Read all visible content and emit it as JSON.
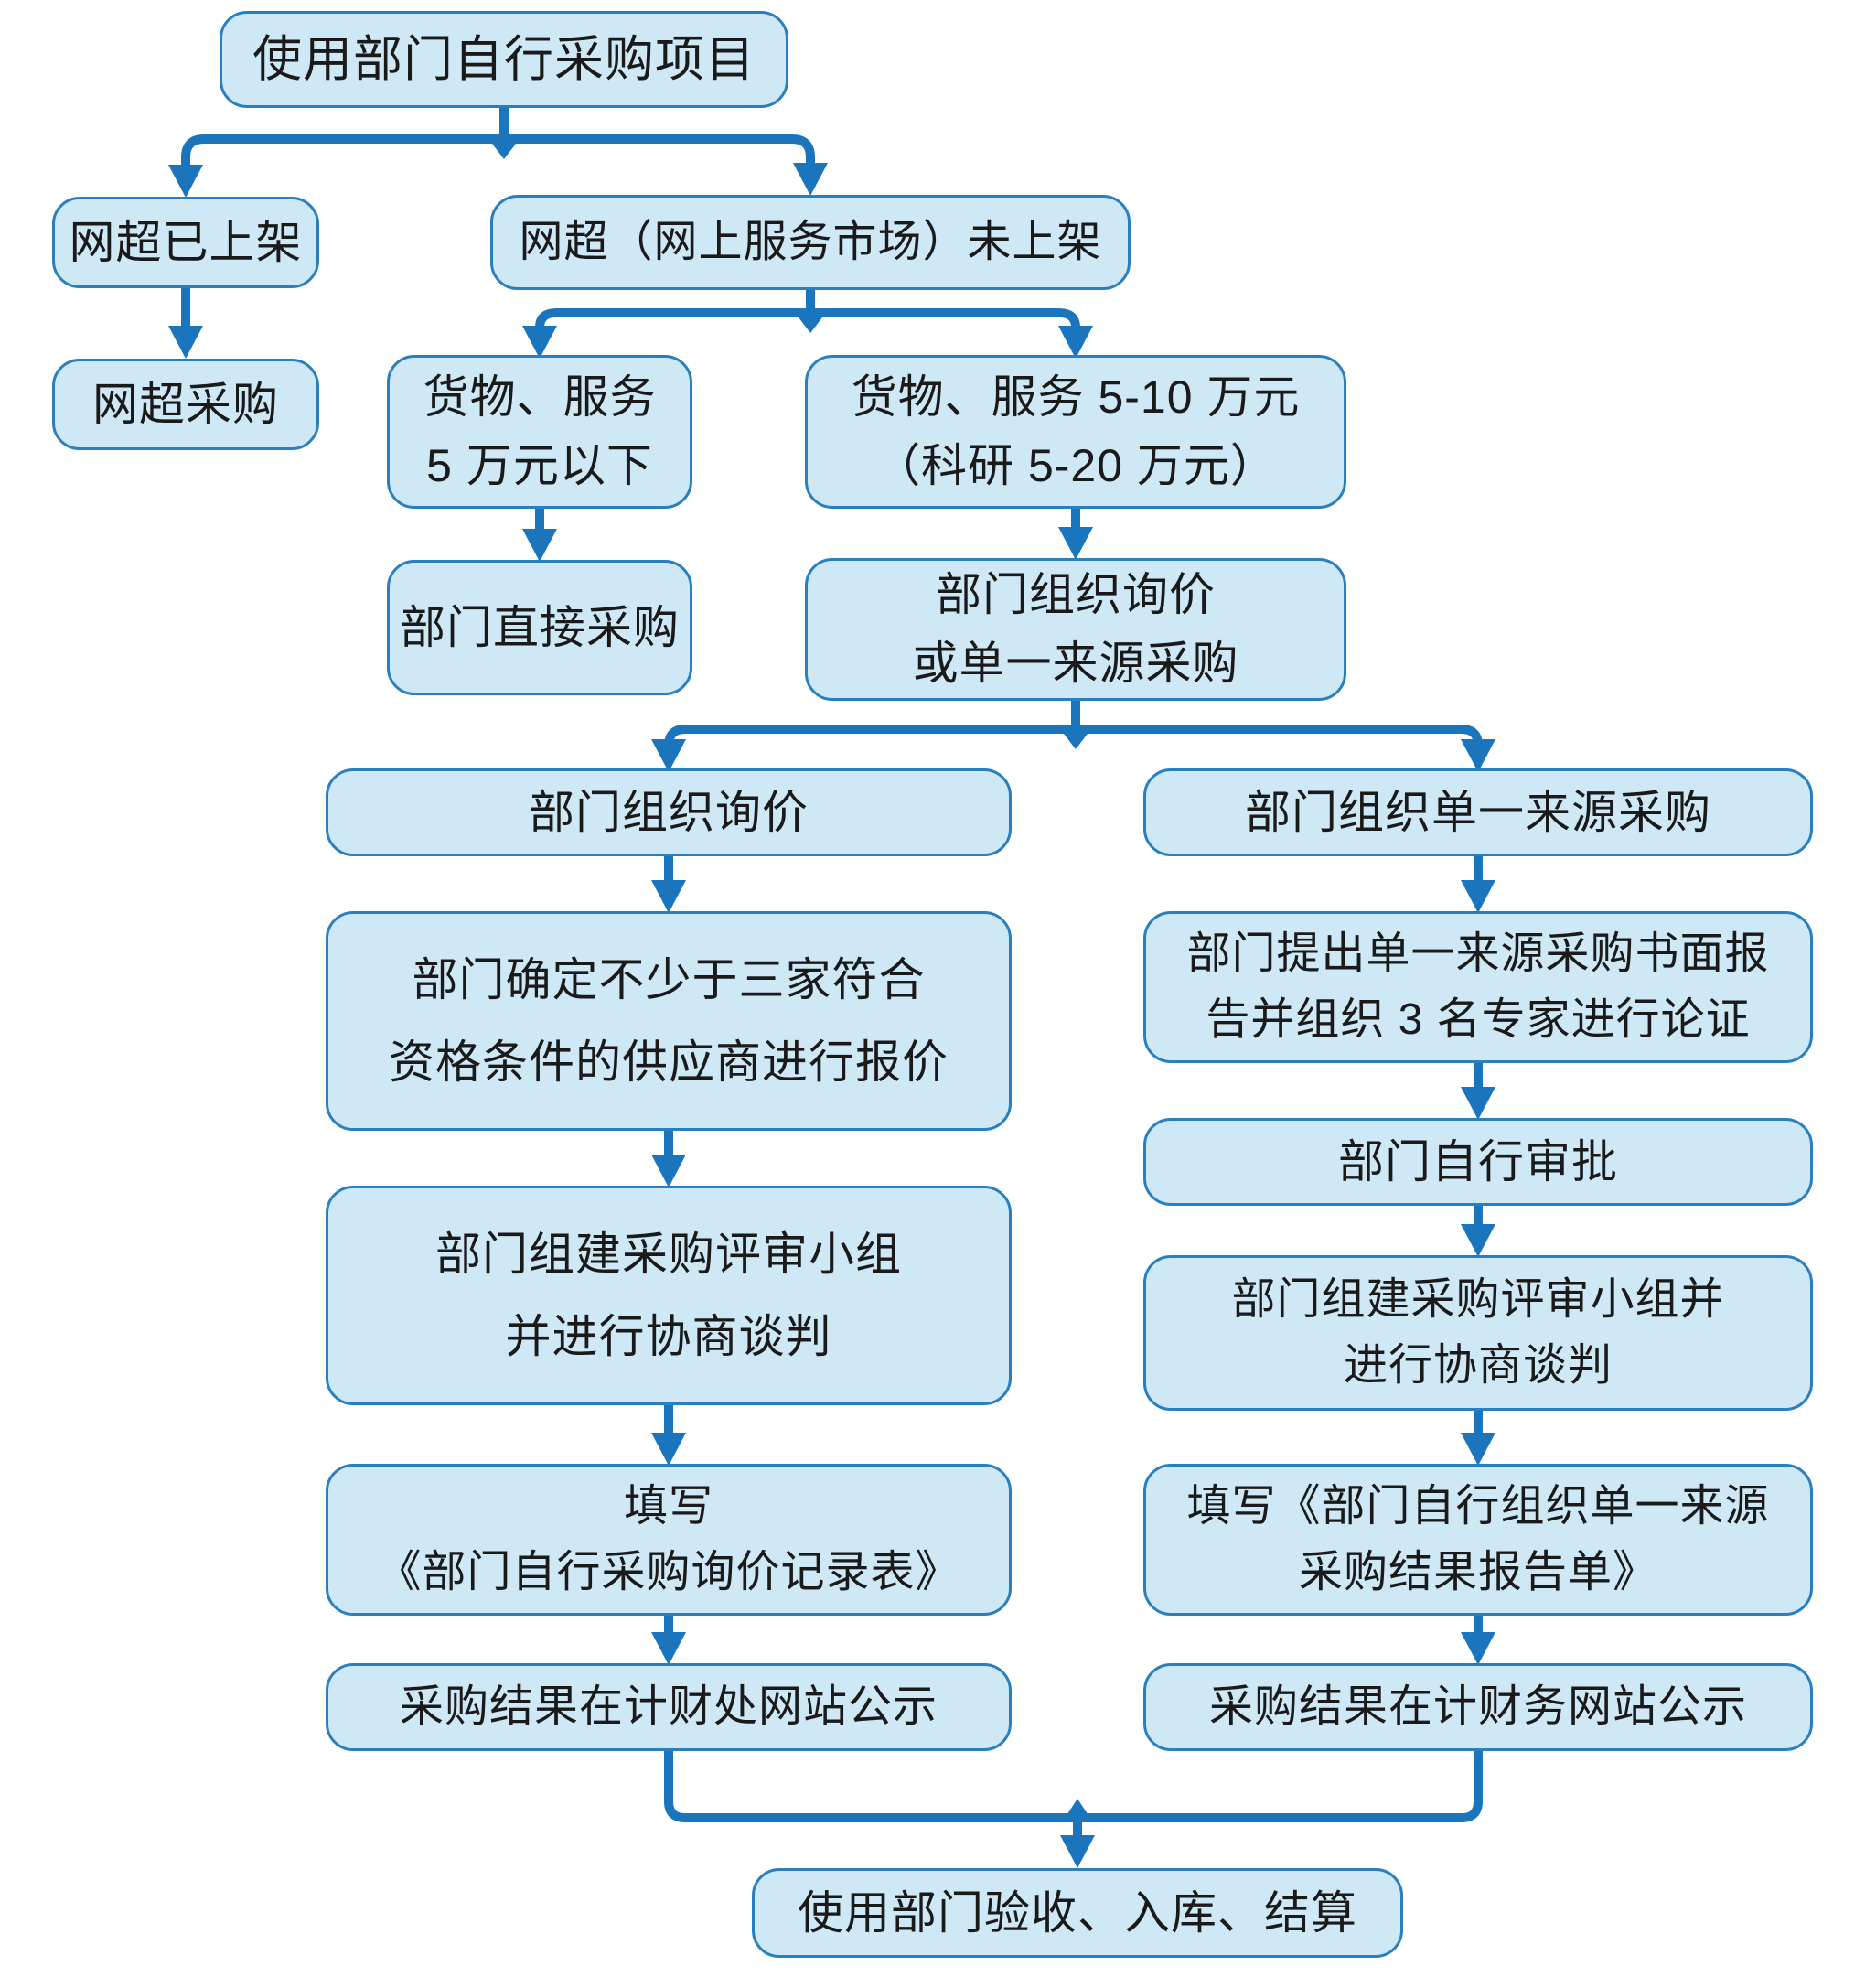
{
  "colors": {
    "node_fill": "#cfe8f6",
    "node_border": "#2a7fc1",
    "connector": "#1a75bd",
    "text": "#1a1a1a",
    "background": "#ffffff"
  },
  "nodes": {
    "a": {
      "label": "使用部门自行采购项目"
    },
    "b": {
      "label": "网超已上架"
    },
    "c": {
      "label": "网超（网上服务市场）未上架"
    },
    "d": {
      "label": "网超采购"
    },
    "e": {
      "line1": "货物、服务",
      "line2": "5 万元以下"
    },
    "f": {
      "line1": "货物、服务 5-10 万元",
      "line2": "（科研 5-20 万元）"
    },
    "g": {
      "label": "部门直接采购"
    },
    "h": {
      "line1": "部门组织询价",
      "line2": "或单一来源采购"
    },
    "i": {
      "label": "部门组织询价"
    },
    "j": {
      "label": "部门组织单一来源采购"
    },
    "k": {
      "line1": "部门确定不少于三家符合",
      "line2": "资格条件的供应商进行报价"
    },
    "l": {
      "line1": "部门提出单一来源采购书面报",
      "line2": "告并组织 3 名专家进行论证"
    },
    "m": {
      "label": "部门自行审批"
    },
    "n": {
      "line1": "部门组建采购评审小组",
      "line2": "并进行协商谈判"
    },
    "o": {
      "line1": "部门组建采购评审小组并",
      "line2": "进行协商谈判"
    },
    "p": {
      "line1": "填写",
      "line2": "《部门自行采购询价记录表》"
    },
    "q": {
      "line1": "填写《部门自行组织单一来源",
      "line2": "采购结果报告单》"
    },
    "r": {
      "label": "采购结果在计财处网站公示"
    },
    "s": {
      "label": "采购结果在计财务网站公示"
    },
    "t": {
      "label": "使用部门验收、入库、结算"
    }
  }
}
